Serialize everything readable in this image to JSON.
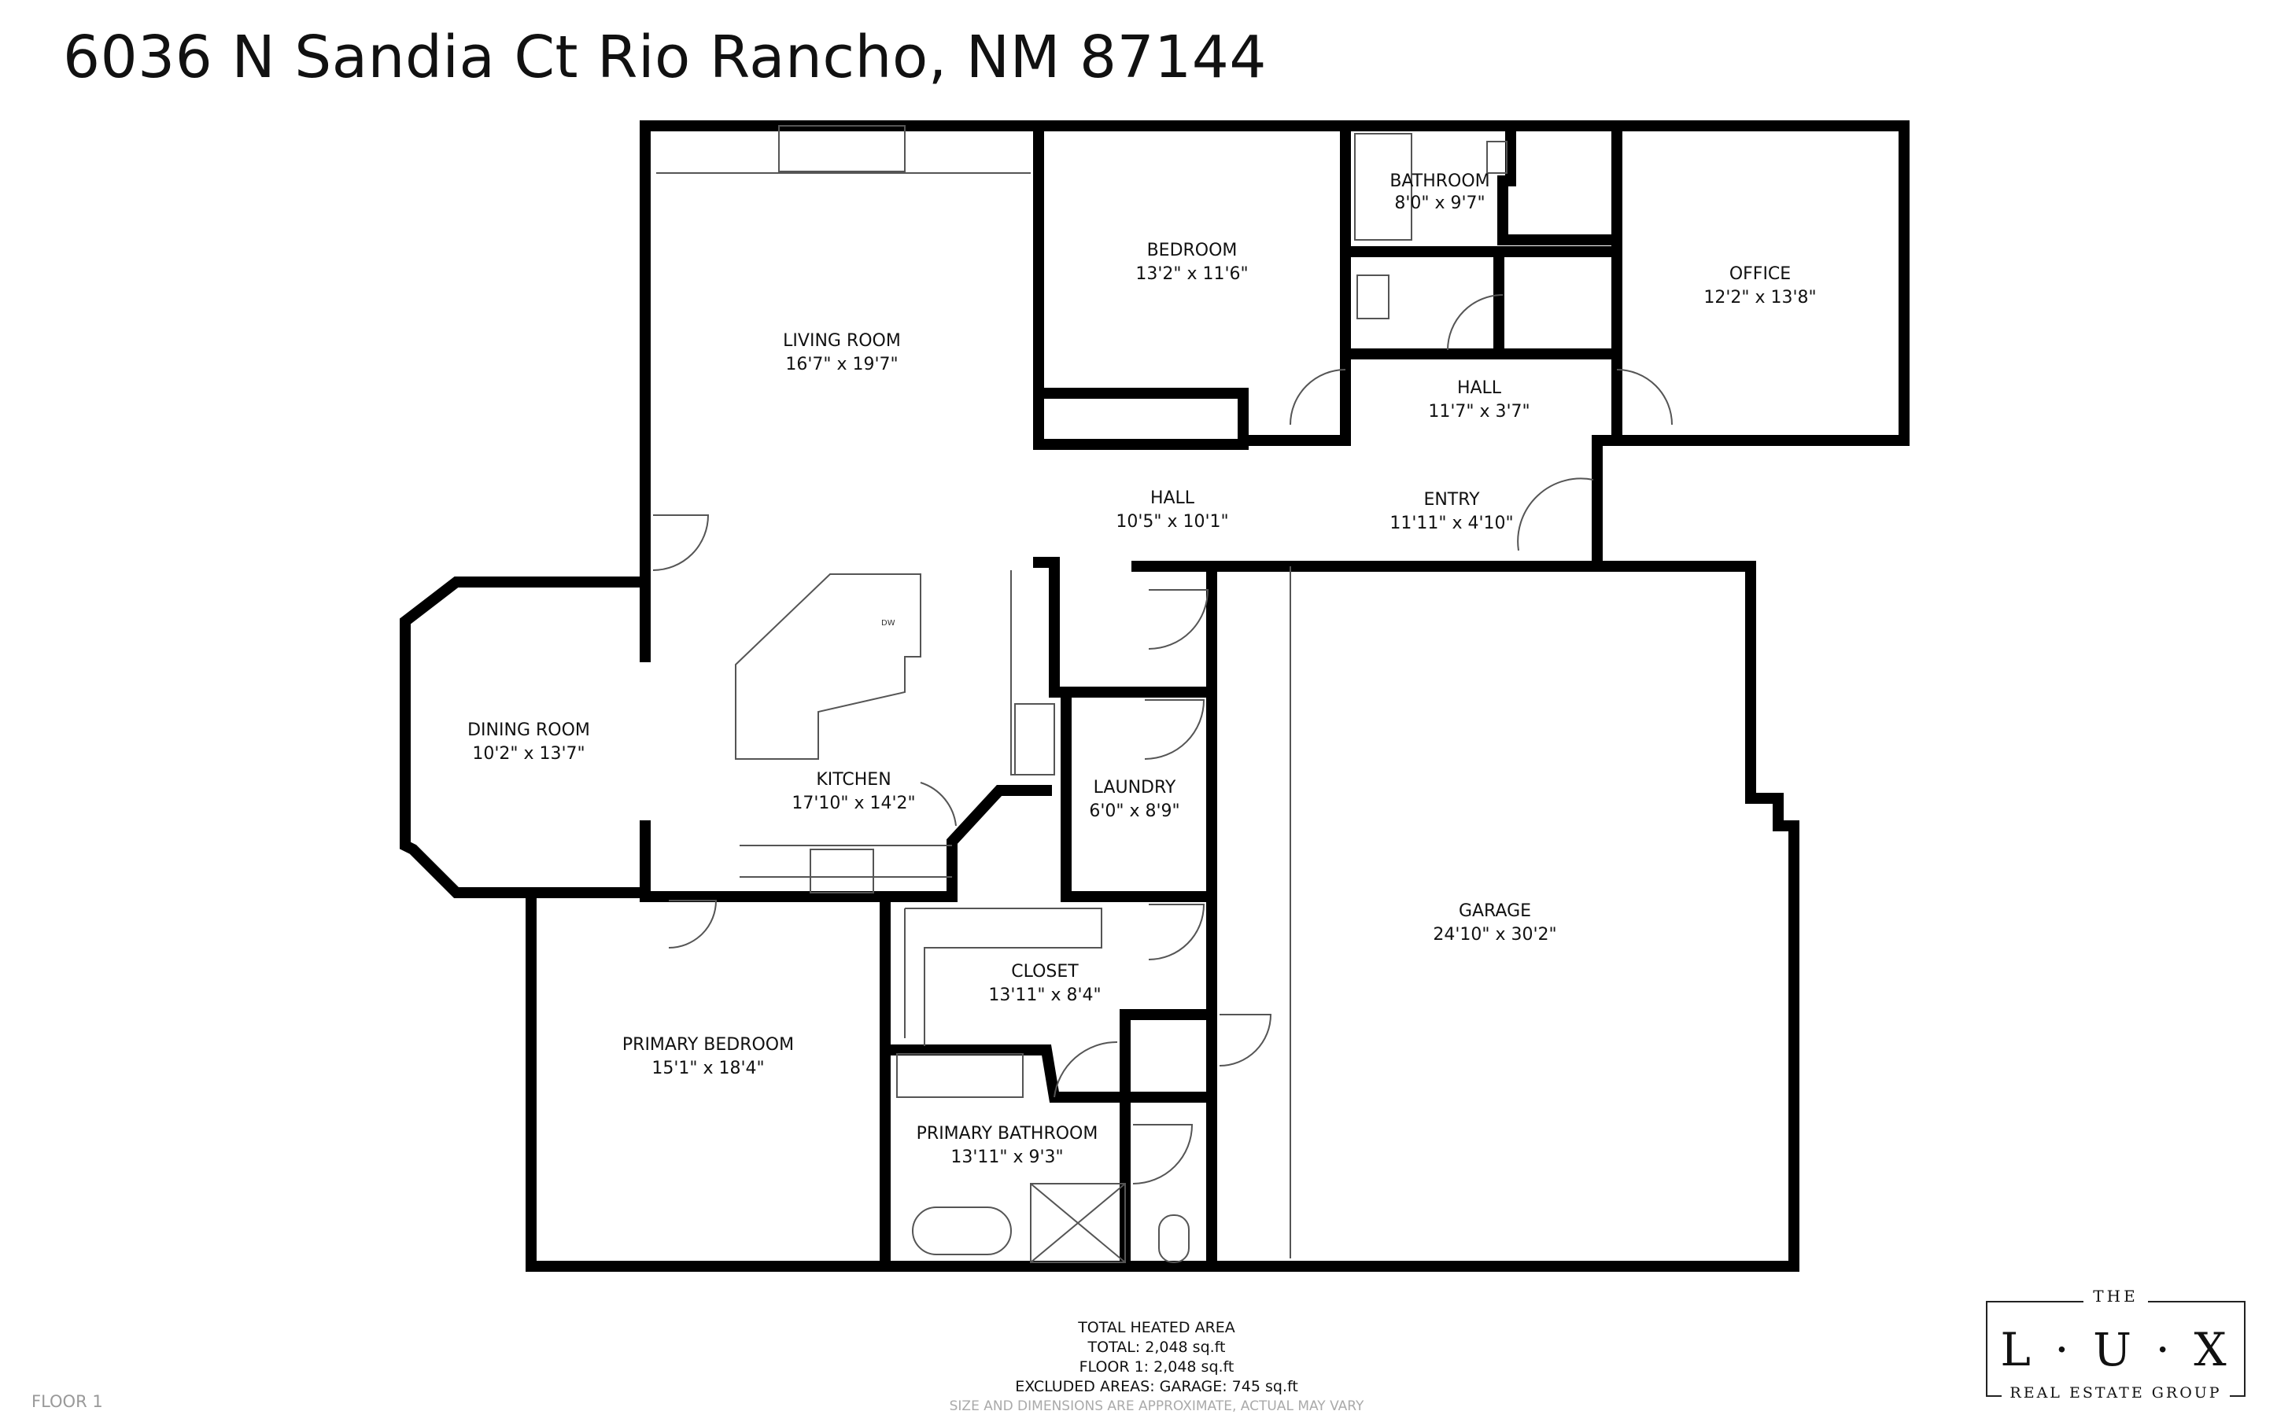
{
  "title": "6036 N Sandia Ct Rio Rancho, NM 87144",
  "rooms": [
    {
      "label": "LIVING ROOM",
      "dim": "16'7\" x 19'7\""
    },
    {
      "label": "BEDROOM",
      "dim": "13'2\" x 11'6\""
    },
    {
      "label": "BATHROOM",
      "dim": "8'0\" x 9'7\""
    },
    {
      "label": "OFFICE",
      "dim": "12'2\" x 13'8\""
    },
    {
      "label": "HALL",
      "dim": "11'7\" x 3'7\""
    },
    {
      "label": "HALL",
      "dim": "10'5\" x 10'1\""
    },
    {
      "label": "ENTRY",
      "dim": "11'11\" x 4'10\""
    },
    {
      "label": "DINING ROOM",
      "dim": "10'2\" x 13'7\""
    },
    {
      "label": "KITCHEN",
      "dim": "17'10\" x 14'2\""
    },
    {
      "label": "LAUNDRY",
      "dim": "6'0\" x 8'9\""
    },
    {
      "label": "GARAGE",
      "dim": "24'10\" x 30'2\""
    },
    {
      "label": "CLOSET",
      "dim": "13'11\" x 8'4\""
    },
    {
      "label": "PRIMARY BEDROOM",
      "dim": "15'1\" x 18'4\""
    },
    {
      "label": "PRIMARY BATHROOM",
      "dim": "13'11\" x 9'3\""
    }
  ],
  "appliance_label": "DW",
  "footer": {
    "floor": "FLOOR 1",
    "total_heading": "TOTAL HEATED AREA",
    "total": "TOTAL: 2,048 sq.ft",
    "floor1": "FLOOR 1: 2,048 sq.ft",
    "excluded": "EXCLUDED AREAS: GARAGE: 745 sq.ft",
    "disclaimer": "SIZE AND DIMENSIONS ARE APPROXIMATE, ACTUAL MAY VARY"
  },
  "logo": {
    "the": "THE",
    "name": "L · U · X",
    "group": "REAL ESTATE GROUP"
  },
  "colors": {
    "wall": "#000000",
    "thin_line": "#555555",
    "background": "#ffffff"
  }
}
